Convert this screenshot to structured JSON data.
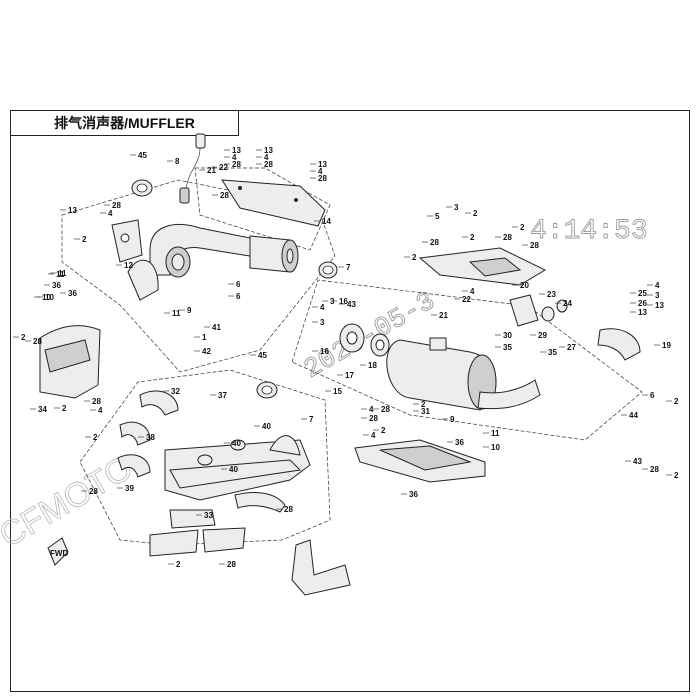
{
  "title": "排气消声器/MUFFLER",
  "watermark": {
    "brand": "CFMOTO",
    "date": "2020-05-3",
    "time": "4:14:53"
  },
  "fwd_label": "FWD",
  "callouts": [
    "45",
    "8",
    "13",
    "4",
    "28",
    "13",
    "4",
    "28",
    "13",
    "4",
    "28",
    "21",
    "22",
    "28",
    "14",
    "13",
    "28",
    "4",
    "2",
    "12",
    "36",
    "11",
    "10",
    "9",
    "6",
    "6",
    "7",
    "5",
    "3",
    "2",
    "28",
    "2",
    "2",
    "28",
    "28",
    "2",
    "4",
    "20",
    "23",
    "24",
    "25",
    "26",
    "13",
    "4",
    "3",
    "13",
    "4",
    "3",
    "16",
    "3",
    "16",
    "43",
    "17",
    "18",
    "21",
    "22",
    "30",
    "35",
    "29",
    "35",
    "27",
    "19",
    "15",
    "2",
    "28",
    "34",
    "11",
    "36",
    "10",
    "45",
    "37",
    "32",
    "38",
    "40",
    "7",
    "40",
    "40",
    "39",
    "2",
    "28",
    "4",
    "2",
    "4",
    "28",
    "28",
    "2",
    "4",
    "2",
    "31",
    "9",
    "36",
    "11",
    "10",
    "36",
    "11",
    "1",
    "41",
    "42",
    "44",
    "43",
    "6",
    "28",
    "2",
    "2",
    "28",
    "33",
    "28",
    "2",
    "28"
  ]
}
